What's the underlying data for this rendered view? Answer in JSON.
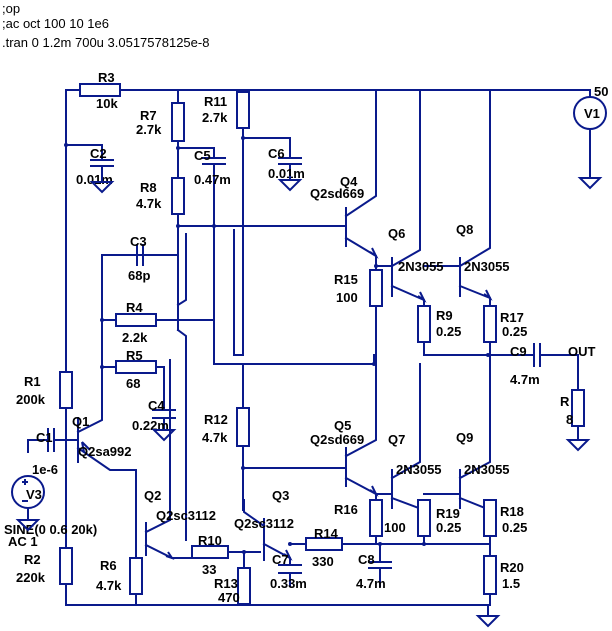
{
  "directives": [
    ";op",
    ";ac oct 100 10 1e6",
    ".tran 0 1.2m 700u 3.0517578125e-8"
  ],
  "components": {
    "R3": {
      "name": "R3",
      "value": "10k"
    },
    "R7": {
      "name": "R7",
      "value": "2.7k"
    },
    "R11": {
      "name": "R11",
      "value": "2.7k"
    },
    "R8": {
      "name": "R8",
      "value": "4.7k"
    },
    "C2": {
      "name": "C2",
      "value": "0.01m"
    },
    "C5": {
      "name": "C5",
      "value": "0.47m"
    },
    "C6": {
      "name": "C6",
      "value": "0.01m"
    },
    "C3": {
      "name": "C3",
      "value": "68p"
    },
    "R4": {
      "name": "R4",
      "value": "2.2k"
    },
    "R5": {
      "name": "R5",
      "value": "68"
    },
    "C4": {
      "name": "C4",
      "value": "0.22m"
    },
    "R1": {
      "name": "R1",
      "value": "200k"
    },
    "R2": {
      "name": "R2",
      "value": "220k"
    },
    "C1": {
      "name": "C1",
      "value": "1e-6"
    },
    "V3": {
      "name": "V3",
      "value": "SINE(0 0.6 20k)",
      "ac": "AC 1"
    },
    "Q1": {
      "name": "Q1",
      "model": "Q2sa992"
    },
    "Q2": {
      "name": "Q2",
      "model": "Q2sc3112"
    },
    "Q3": {
      "name": "Q3",
      "model": "Q2sc3112"
    },
    "Q4": {
      "name": "Q4",
      "model": "Q2sd669"
    },
    "Q5": {
      "name": "Q5",
      "model": "Q2sd669"
    },
    "Q6": {
      "name": "Q6",
      "model": "2N3055"
    },
    "Q7": {
      "name": "Q7",
      "model": "2N3055"
    },
    "Q8": {
      "name": "Q8",
      "model": "2N3055"
    },
    "Q9": {
      "name": "Q9",
      "model": "2N3055"
    },
    "R6": {
      "name": "R6",
      "value": "4.7k"
    },
    "R10": {
      "name": "R10",
      "value": "33"
    },
    "R13": {
      "name": "R13",
      "value": "470"
    },
    "R12": {
      "name": "R12",
      "value": "4.7k"
    },
    "C7": {
      "name": "C7",
      "value": "0.33m"
    },
    "R14": {
      "name": "R14",
      "value": "330"
    },
    "C8": {
      "name": "C8",
      "value": "4.7m"
    },
    "R15": {
      "name": "R15",
      "value": "100"
    },
    "R16": {
      "name": "R16",
      "value": "100"
    },
    "R9": {
      "name": "R9",
      "value": "0.25"
    },
    "R19": {
      "name": "R19",
      "value": "0.25"
    },
    "R17": {
      "name": "R17",
      "value": "0.25"
    },
    "R18": {
      "name": "R18",
      "value": "0.25"
    },
    "R20": {
      "name": "R20",
      "value": "1.5"
    },
    "C9": {
      "name": "C9",
      "value": "4.7m"
    },
    "RL": {
      "name": "R",
      "value": "8"
    },
    "V1": {
      "name": "V1",
      "value": "50"
    }
  },
  "nets": {
    "out": "OUT"
  }
}
